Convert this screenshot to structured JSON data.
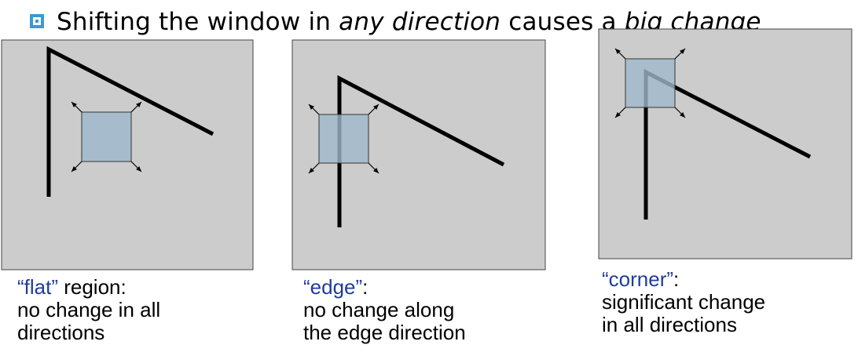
{
  "heading": {
    "parts": [
      {
        "text": "Shifting the window in ",
        "italic": false
      },
      {
        "text": "any direction",
        "italic": true
      },
      {
        "text": " causes a ",
        "italic": false
      },
      {
        "text": "big change",
        "italic": true
      }
    ]
  },
  "panels": [
    {
      "id": "flat",
      "caption_key": "“flat”",
      "caption_rest": " region:",
      "caption_lines": [
        "no change in all",
        "directions"
      ]
    },
    {
      "id": "edge",
      "caption_key": "“edge”",
      "caption_rest": ":",
      "caption_lines": [
        "no change along",
        "the edge direction"
      ]
    },
    {
      "id": "corner",
      "caption_key": "“corner”",
      "caption_rest": ":",
      "caption_lines": [
        "significant change",
        "in all directions"
      ]
    }
  ],
  "colors": {
    "panel_fill": "#cccccc",
    "window_fill": "#9fb8cb",
    "line": "#000000",
    "caption_key": "#1f3c9c",
    "bullet": "#3a9ad4"
  }
}
